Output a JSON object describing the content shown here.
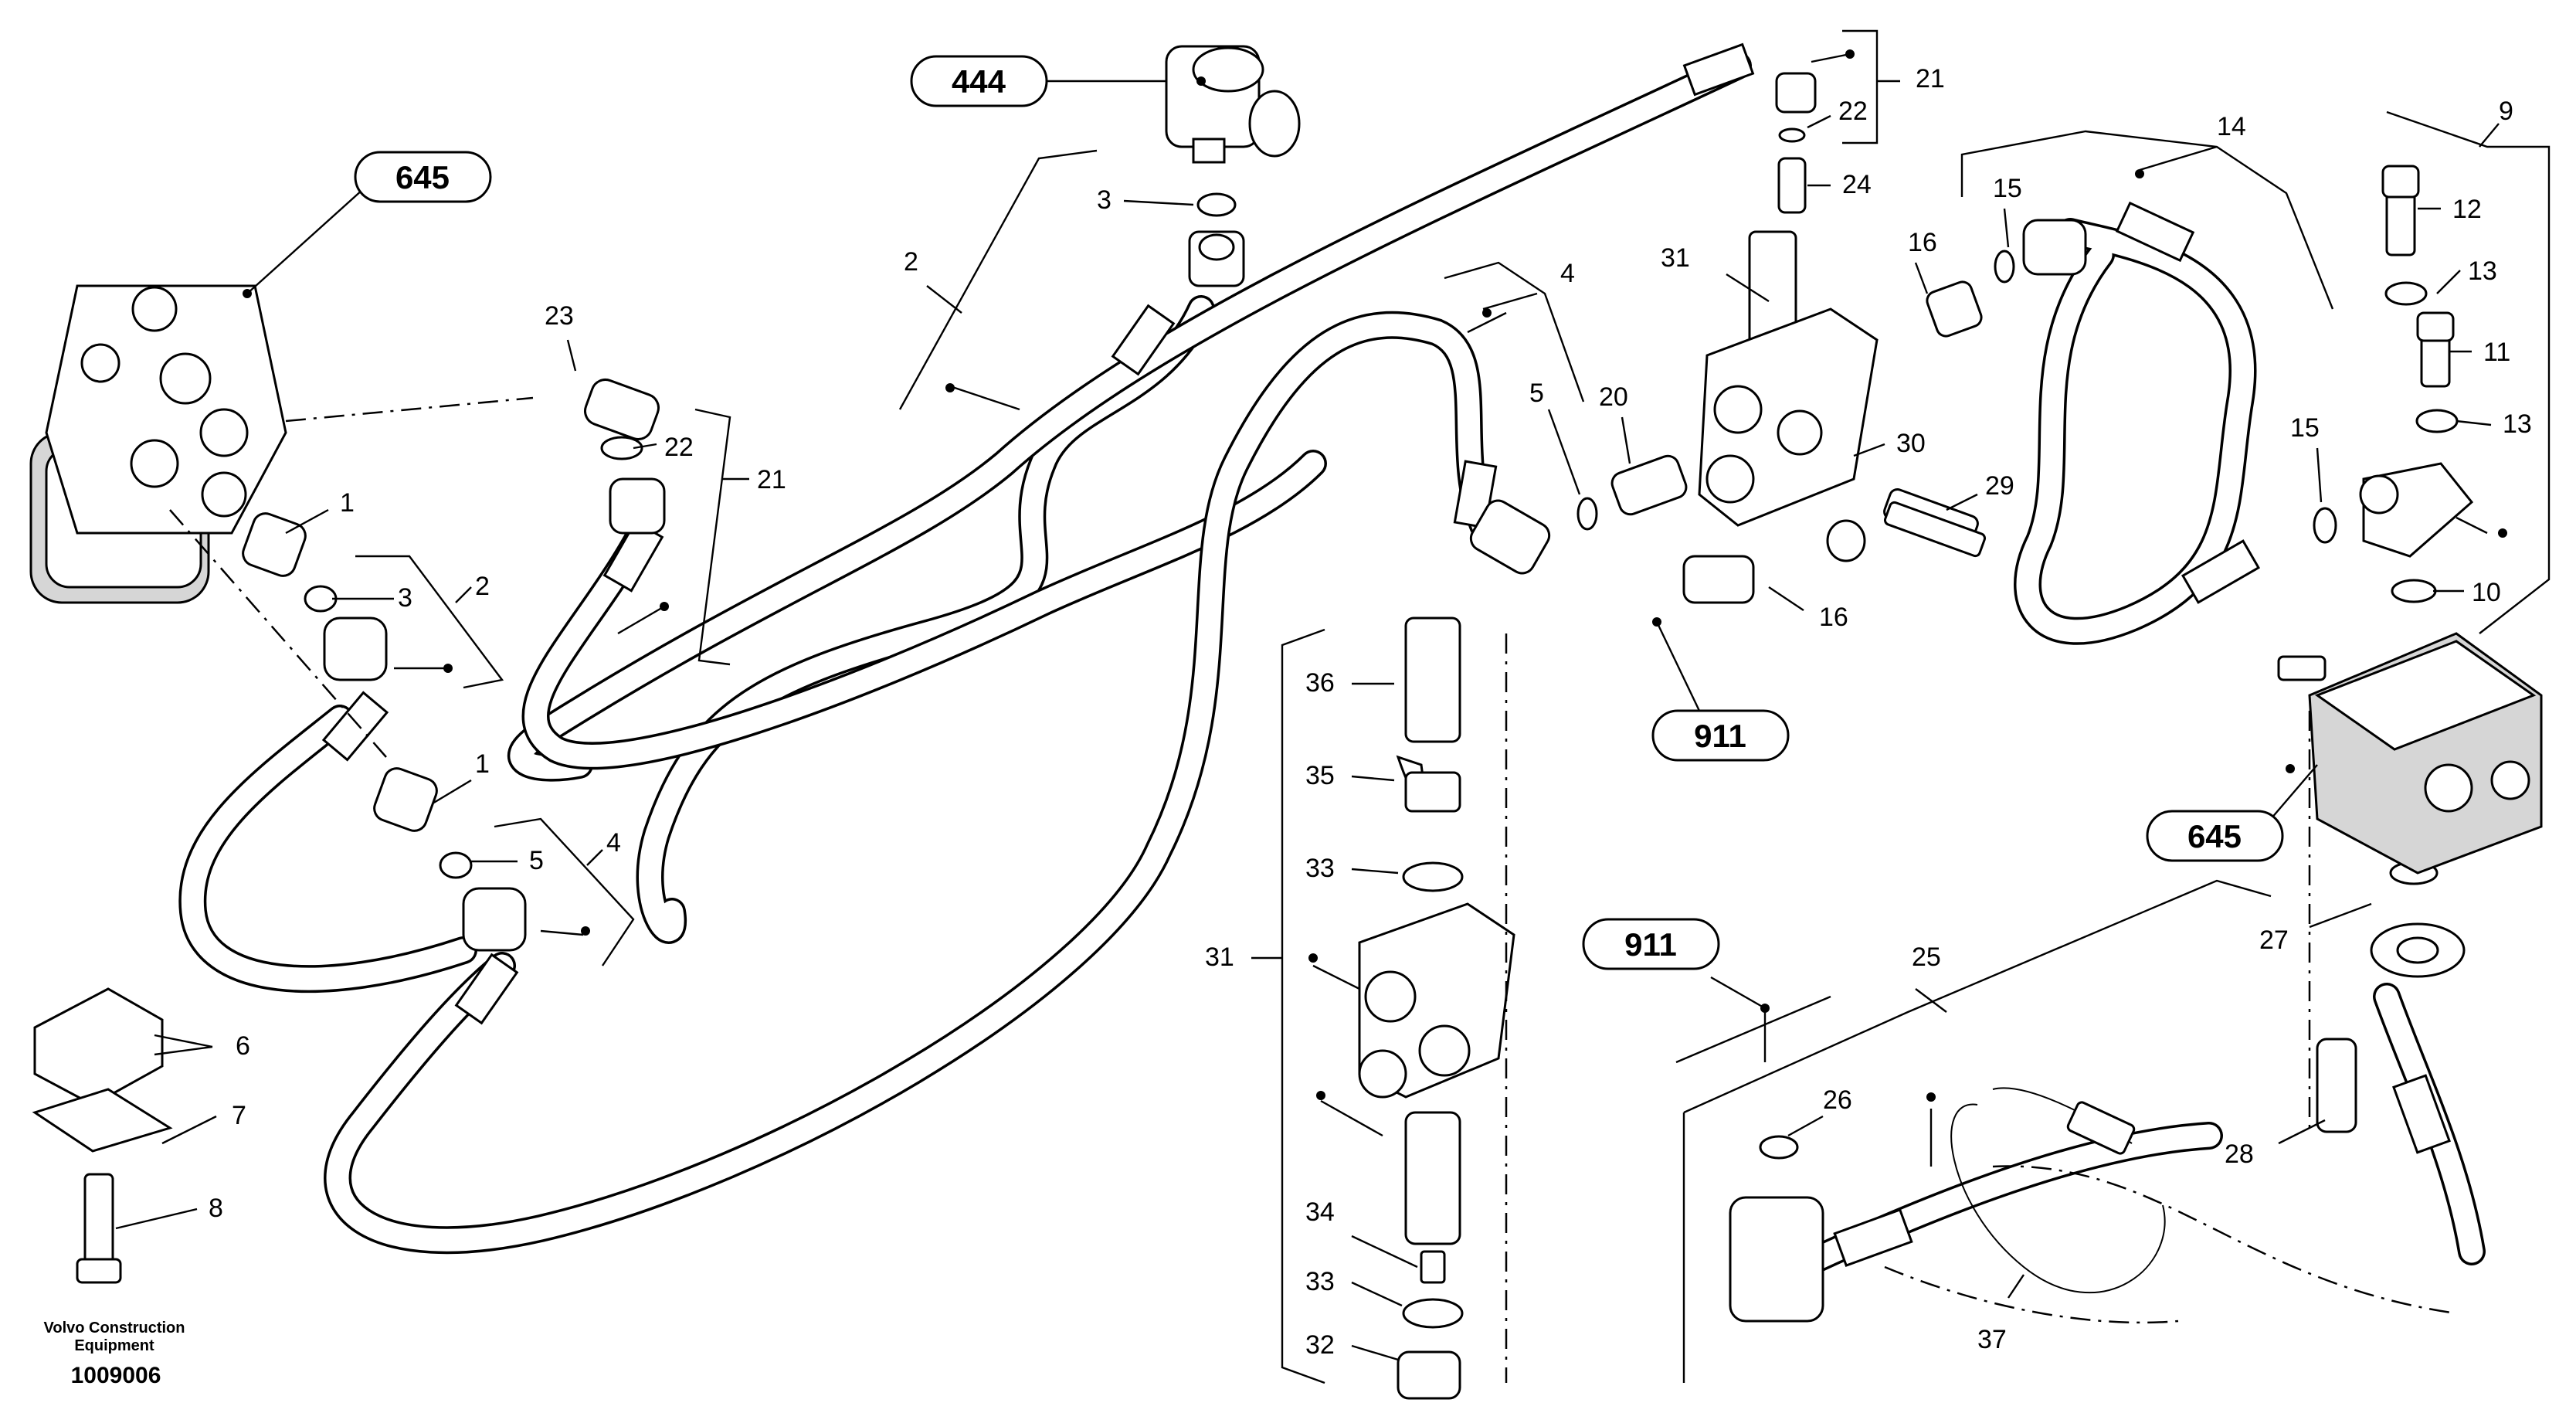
{
  "diagram": {
    "footer": {
      "brand_line1": "Volvo Construction",
      "brand_line2": "Equipment",
      "drawing_number": "1009006"
    },
    "ref_boxes": [
      {
        "id": "645a",
        "label": "645"
      },
      {
        "id": "444",
        "label": "444"
      },
      {
        "id": "911a",
        "label": "911"
      },
      {
        "id": "911b",
        "label": "911"
      },
      {
        "id": "645b",
        "label": "645"
      }
    ],
    "callouts": [
      {
        "id": "c21a",
        "label": "21"
      },
      {
        "id": "c22a",
        "label": "22"
      },
      {
        "id": "c24",
        "label": "24"
      },
      {
        "id": "c31a",
        "label": "31"
      },
      {
        "id": "c16a",
        "label": "16"
      },
      {
        "id": "c15a",
        "label": "15"
      },
      {
        "id": "c14",
        "label": "14"
      },
      {
        "id": "c9",
        "label": "9"
      },
      {
        "id": "c12",
        "label": "12"
      },
      {
        "id": "c13a",
        "label": "13"
      },
      {
        "id": "c11",
        "label": "11"
      },
      {
        "id": "c13b",
        "label": "13"
      },
      {
        "id": "c15b",
        "label": "15"
      },
      {
        "id": "c10",
        "label": "10"
      },
      {
        "id": "c3a",
        "label": "3"
      },
      {
        "id": "c2a",
        "label": "2"
      },
      {
        "id": "c23",
        "label": "23"
      },
      {
        "id": "c22b",
        "label": "22"
      },
      {
        "id": "c21b",
        "label": "21"
      },
      {
        "id": "c4a",
        "label": "4"
      },
      {
        "id": "c5a",
        "label": "5"
      },
      {
        "id": "c20",
        "label": "20"
      },
      {
        "id": "c30",
        "label": "30"
      },
      {
        "id": "c29",
        "label": "29"
      },
      {
        "id": "c16b",
        "label": "16"
      },
      {
        "id": "c1a",
        "label": "1"
      },
      {
        "id": "c3b",
        "label": "3"
      },
      {
        "id": "c2b",
        "label": "2"
      },
      {
        "id": "c1b",
        "label": "1"
      },
      {
        "id": "c5b",
        "label": "5"
      },
      {
        "id": "c4b",
        "label": "4"
      },
      {
        "id": "c6",
        "label": "6"
      },
      {
        "id": "c7",
        "label": "7"
      },
      {
        "id": "c8",
        "label": "8"
      },
      {
        "id": "c36",
        "label": "36"
      },
      {
        "id": "c35",
        "label": "35"
      },
      {
        "id": "c33a",
        "label": "33"
      },
      {
        "id": "c31b",
        "label": "31"
      },
      {
        "id": "c34",
        "label": "34"
      },
      {
        "id": "c33b",
        "label": "33"
      },
      {
        "id": "c32",
        "label": "32"
      },
      {
        "id": "c25",
        "label": "25"
      },
      {
        "id": "c26",
        "label": "26"
      },
      {
        "id": "c37",
        "label": "37"
      },
      {
        "id": "c27",
        "label": "27"
      },
      {
        "id": "c28",
        "label": "28"
      }
    ]
  }
}
